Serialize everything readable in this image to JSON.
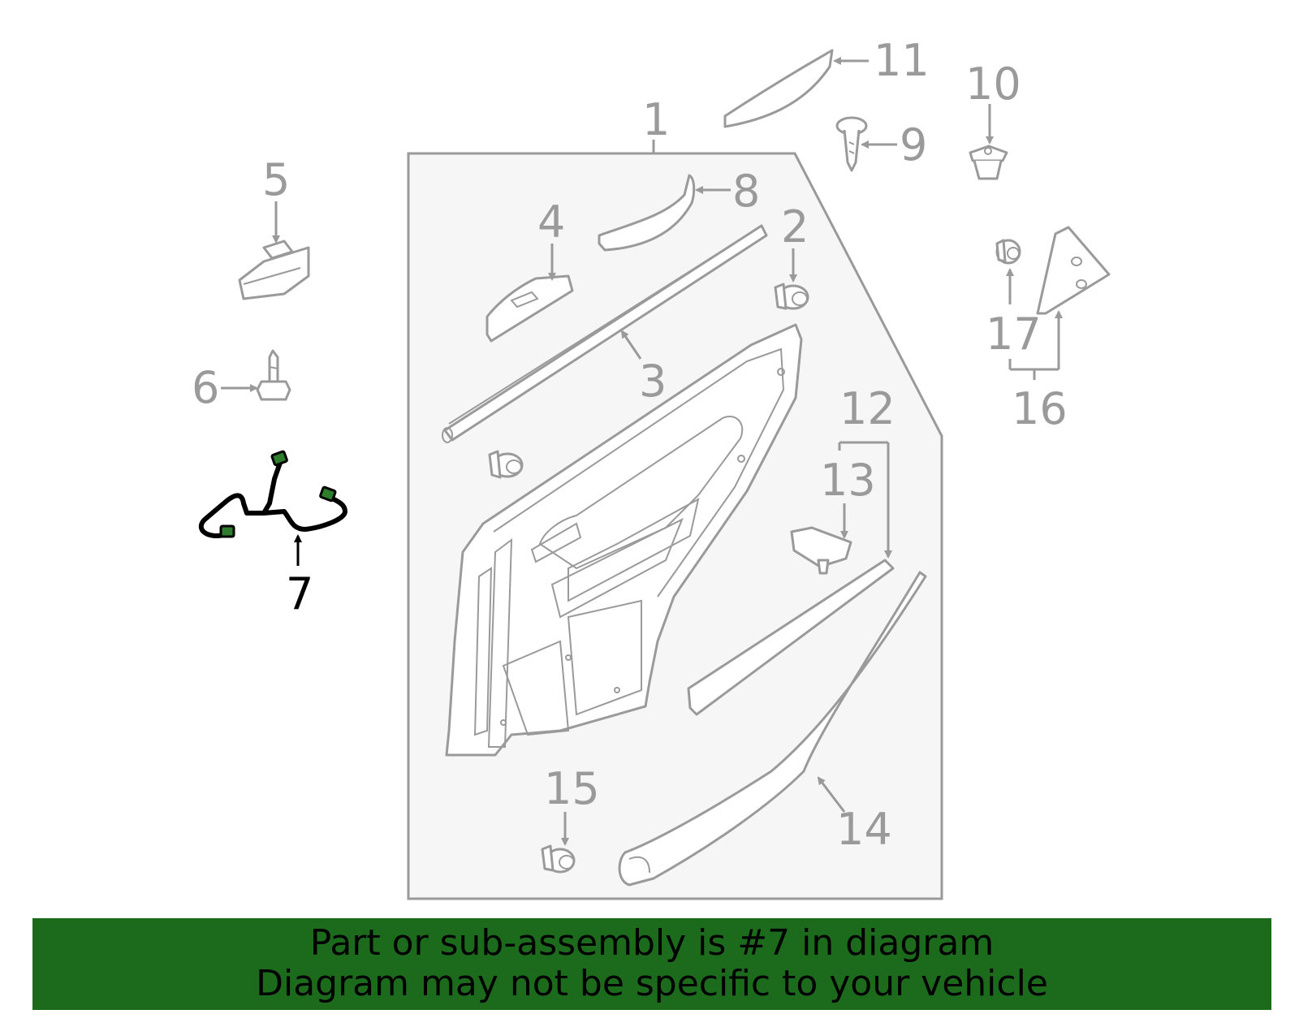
{
  "colors": {
    "banner_bg": "#1c6b1c",
    "part_stroke": "#9a9a9a",
    "highlight": "#000000",
    "connector": "#2d7d2d",
    "panel_fill": "#f6f6f6"
  },
  "callouts": {
    "c1": "1",
    "c2": "2",
    "c3": "3",
    "c4": "4",
    "c5": "5",
    "c6": "6",
    "c7": "7",
    "c8": "8",
    "c9": "9",
    "c10": "10",
    "c11": "11",
    "c12": "12",
    "c13": "13",
    "c14": "14",
    "c15": "15",
    "c16": "16",
    "c17": "17"
  },
  "highlighted_part": "7",
  "banner": {
    "line1": "Part or sub-assembly is #7 in diagram",
    "line2": "Diagram may not be specific to your vehicle"
  }
}
